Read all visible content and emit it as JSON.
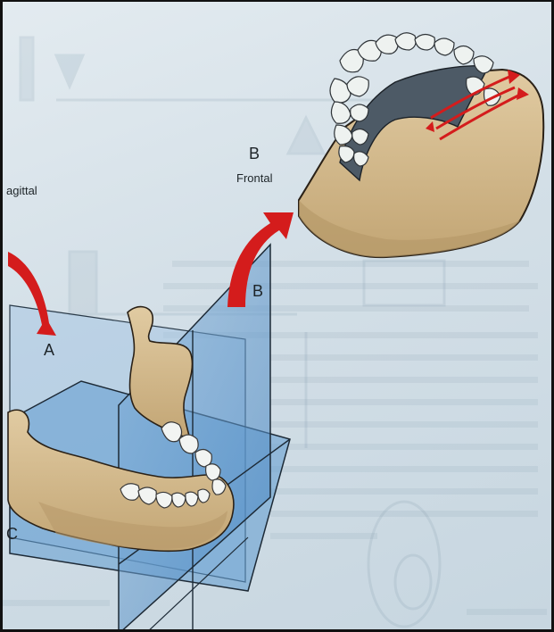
{
  "labels": {
    "sagittal": "agittal",
    "b_letter": "B",
    "frontal": "Frontal",
    "b_plane": "B",
    "a_plane": "A",
    "c_plane": "C"
  },
  "colors": {
    "bone": "#d7bf94",
    "bone_shadow": "#b79a6a",
    "plane_blue": "#4f8fc9",
    "arrow_red": "#d41c1c",
    "tooth": "#f2f4f2"
  }
}
